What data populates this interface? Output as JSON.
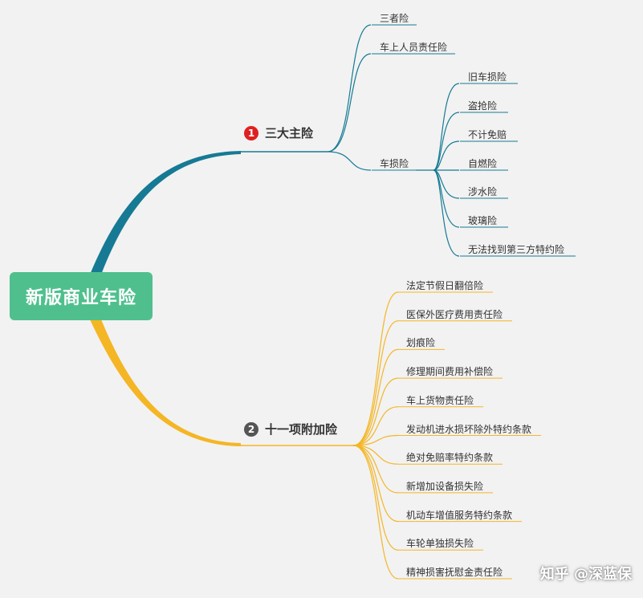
{
  "colors": {
    "background": "#f2f2f2",
    "root_bg": "#4fc08d",
    "branch1": "#167a94",
    "branch2": "#f4b625",
    "badge1": "#e02020",
    "badge2": "#555555"
  },
  "root": {
    "label": "新版商业车险"
  },
  "branch1": {
    "badge": "1",
    "label": "三大主险",
    "items": [
      "三者险",
      "车上人员责任险",
      "车损险"
    ],
    "sub": {
      "items": [
        "旧车损险",
        "盗抢险",
        "不计免赔",
        "自燃险",
        "涉水险",
        "玻璃险",
        "无法找到第三方特约险"
      ]
    }
  },
  "branch2": {
    "badge": "2",
    "label": "十一项附加险",
    "items": [
      "法定节假日翻倍险",
      "医保外医疗费用责任险",
      "划痕险",
      "修理期间费用补偿险",
      "车上货物责任险",
      "发动机进水损坏除外特约条款",
      "绝对免赔率特约条款",
      "新增加设备损失险",
      "机动车增值服务特约条款",
      "车轮单独损失险",
      "精神损害抚慰金责任险"
    ]
  },
  "watermark": "知乎 @深蓝保"
}
